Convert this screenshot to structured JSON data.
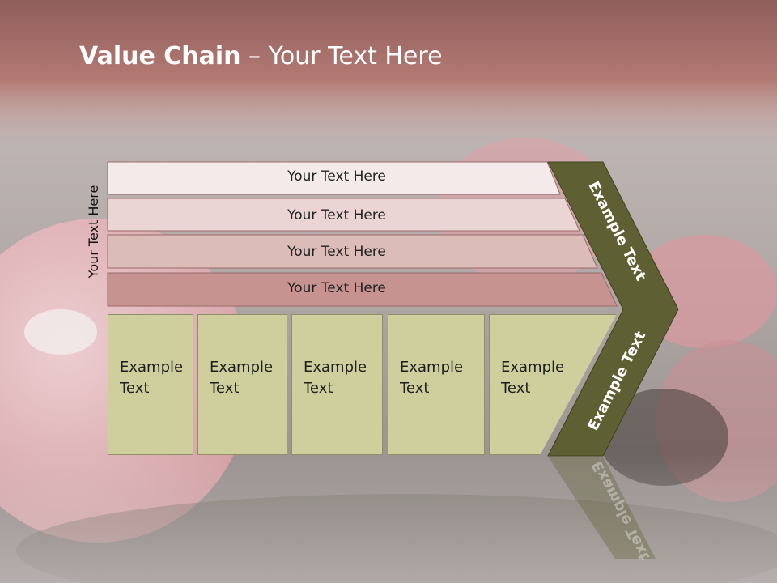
{
  "slide": {
    "title_bold": "Value Chain",
    "title_rest": " – Your Text Here",
    "side_label": "Your Text Here"
  },
  "rows": [
    {
      "label": "Your Text Here",
      "color": "#f4eaea"
    },
    {
      "label": "Your Text Here",
      "color": "#ead4d4"
    },
    {
      "label": "Your Text Here",
      "color": "#dcbcb8"
    },
    {
      "label": "Your Text Here",
      "color": "#c69390"
    }
  ],
  "columns": [
    {
      "line1": "Example",
      "line2": "Text"
    },
    {
      "line1": "Example",
      "line2": "Text"
    },
    {
      "line1": "Example",
      "line2": "Text"
    },
    {
      "line1": "Example",
      "line2": "Text"
    },
    {
      "line1": "Example",
      "line2": "Text"
    }
  ],
  "chevron": {
    "upper_label": "Example Text",
    "lower_label": "Example Text",
    "color": "#5e5f32"
  },
  "colors": {
    "header_band": "#a8706c",
    "column_fill": "#cfcf9e"
  }
}
